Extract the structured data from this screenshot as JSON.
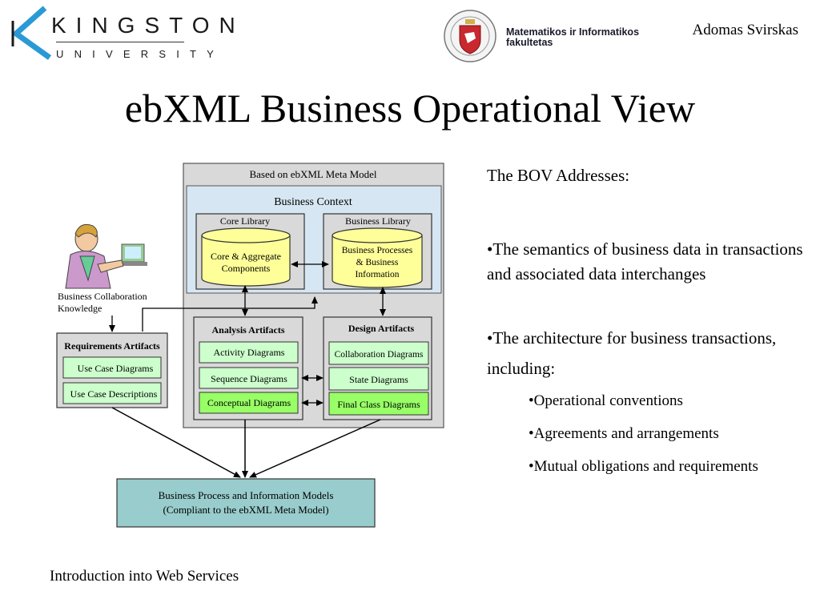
{
  "header": {
    "kingston_name": "KINGSTON",
    "kingston_sub": "UNIVERSITY",
    "faculty_name_line1": "Matematikos ir Informatikos",
    "faculty_name_line2": "fakultetas",
    "author": "Adomas Svirskas"
  },
  "slide": {
    "title": "ebXML Business Operational View",
    "footer": "Introduction into Web Services"
  },
  "content": {
    "heading": "The BOV Addresses:",
    "bullets": [
      "•The semantics of business data in transactions and associated data interchanges",
      "•The architecture for business transactions, including:"
    ],
    "sub_bullets": [
      "•Operational conventions",
      "•Agreements and arrangements",
      "•Mutual obligations and requirements"
    ]
  },
  "diagram": {
    "meta_model_label": "Based on ebXML Meta Model",
    "business_context_label": "Business Context",
    "core_library_label": "Core Library",
    "core_components_line1": "Core & Aggregate",
    "core_components_line2": "Components",
    "business_library_label": "Business Library",
    "business_info_line1": "Business Processes",
    "business_info_line2": "& Business",
    "business_info_line3": "Information",
    "knowledge_line1": "Business Collaboration",
    "knowledge_line2": "Knowledge",
    "requirements_label": "Requirements Artifacts",
    "use_case_diagrams": "Use Case Diagrams",
    "use_case_descriptions": "Use Case Descriptions",
    "analysis_label": "Analysis Artifacts",
    "activity_diagrams": "Activity Diagrams",
    "sequence_diagrams": "Sequence Diagrams",
    "conceptual_diagrams": "Conceptual Diagrams",
    "design_label": "Design Artifacts",
    "collaboration_diagrams": "Collaboration Diagrams",
    "state_diagrams": "State Diagrams",
    "final_class_diagrams": "Final Class Diagrams",
    "models_line1": "Business Process and Information Models",
    "models_line2": "(Compliant to the ebXML Meta Model)"
  },
  "colors": {
    "outer_box": "#d9d9d9",
    "context_box": "#d6e6f2",
    "cylinder": "#ffff99",
    "artifact_light": "#ccffcc",
    "artifact_green": "#99ff66",
    "models_box": "#99cccc"
  }
}
